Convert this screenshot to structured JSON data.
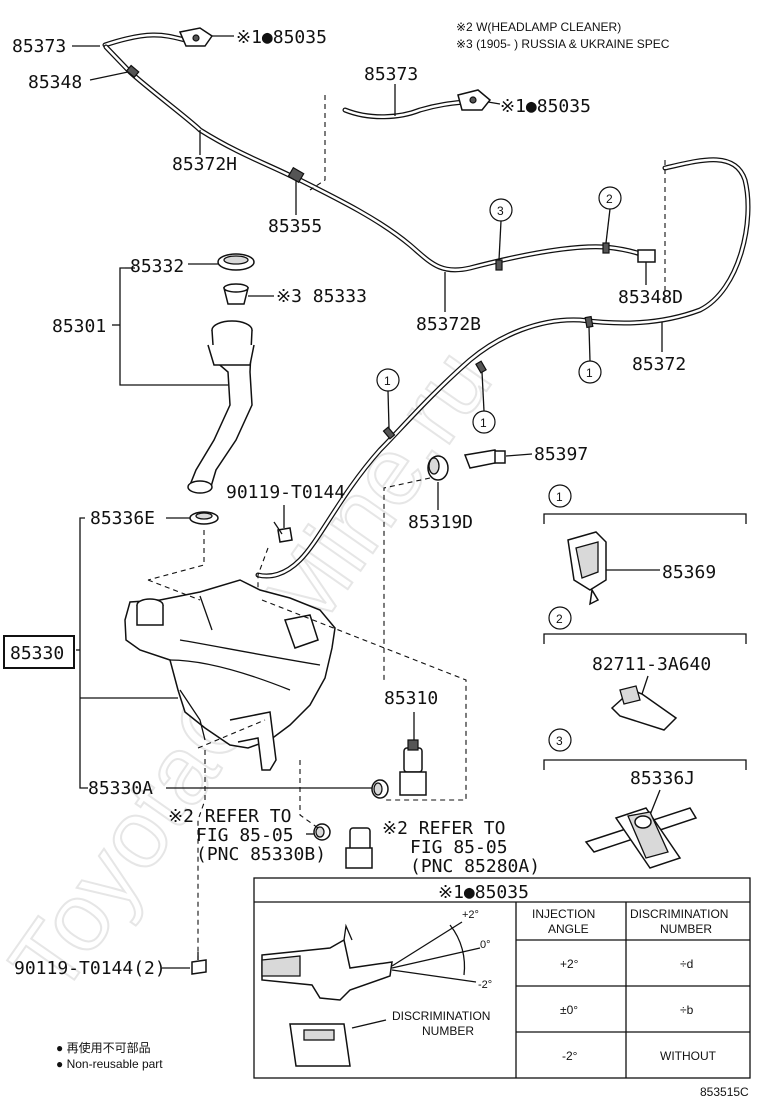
{
  "notes": {
    "note1": "※2 W(HEADLAMP CLEANER)",
    "note2": "※3 (1905-     ) RUSSIA & UKRAINE SPEC"
  },
  "labels": {
    "p85373_a": "85373",
    "p85035_a": "※1●85035",
    "p85348": "85348",
    "p85373_b": "85373",
    "p85035_b": "※1●85035",
    "p85372H": "85372H",
    "p85355": "85355",
    "p85332": "85332",
    "p85333": "※3 85333",
    "p85301": "85301",
    "p85372B": "85372B",
    "p85348D": "85348D",
    "p85372": "85372",
    "p85397": "85397",
    "p85319D": "85319D",
    "p90119_a": "90119-T0144",
    "p85336E": "85336E",
    "p85330": "85330",
    "p85310": "85310",
    "p85330A": "85330A",
    "ref1_line1": "※2 REFER TO",
    "ref1_line2": "FIG 85-05",
    "ref1_line3": "(PNC 85330B)",
    "ref2_line1": "※2 REFER TO",
    "ref2_line2": "FIG 85-05",
    "ref2_line3": "(PNC 85280A)",
    "p90119_b": "90119-T0144(2)",
    "p85369": "85369",
    "p82711": "82711-3A640",
    "p85336J": "85336J"
  },
  "clip_markers": {
    "c1": "1",
    "c2": "2",
    "c3": "3"
  },
  "nozzle_table": {
    "title": "※1●85035",
    "col_angle": [
      "INJECTION",
      "ANGLE"
    ],
    "col_discrim": [
      "DISCRIMINATION",
      "NUMBER"
    ],
    "rows": [
      {
        "angle": "+2°",
        "number": "÷d"
      },
      {
        "angle": "±0°",
        "number": "÷b"
      },
      {
        "angle": "-2°",
        "number": "WITHOUT"
      }
    ],
    "angle_plus": "+2°",
    "angle_zero": "0°",
    "angle_minus": "-2°",
    "discrim_label": [
      "DISCRIMINATION",
      "NUMBER"
    ]
  },
  "legend": {
    "line1": "● 再使用不可部品",
    "line2": "● Non-reusable part"
  },
  "figure_id": "853515C",
  "watermark": "ToyotaCarMine.ru"
}
